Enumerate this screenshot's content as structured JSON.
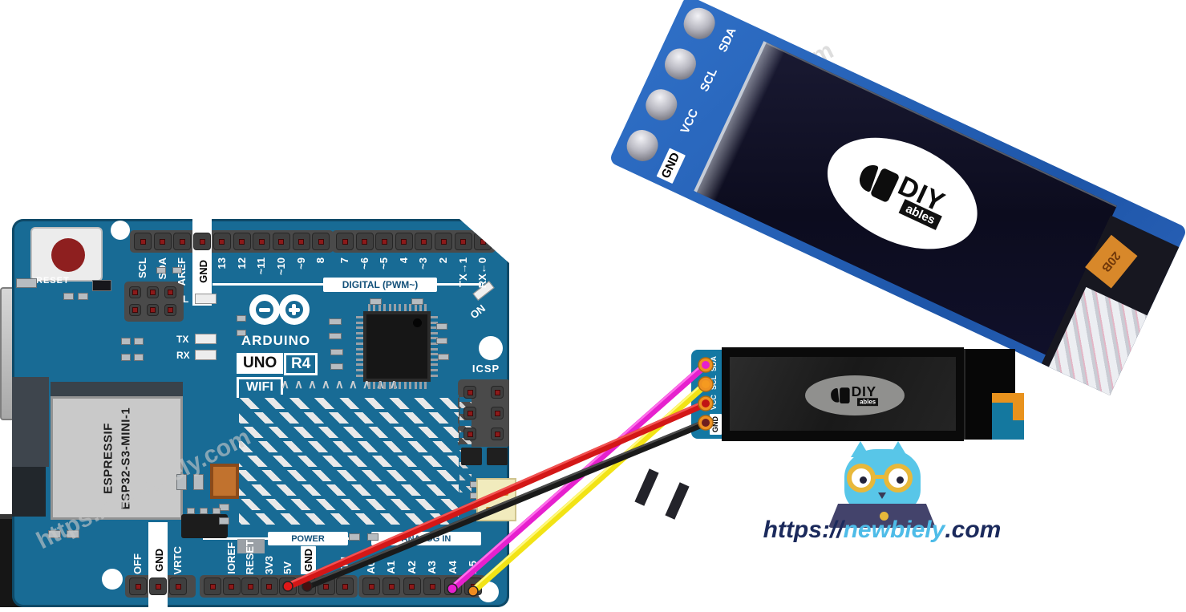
{
  "board": {
    "reset_label": "RESET",
    "brand": "ARDUINO",
    "model_uno": "UNO",
    "model_r4": "R4",
    "model_wifi": "WIFI",
    "digital_section": "DIGITAL (PWM~)",
    "power_section": "POWER",
    "analog_section": "ANALOG IN",
    "icsp_label": "ICSP",
    "on_label": "ON",
    "tx_label": "TX",
    "rx_label": "RX",
    "led_label": "L",
    "module_name": "ESPRESSIF",
    "module_part": "ESP32-S3-MINI-1",
    "top_pins": [
      "SCL",
      "SDA",
      "AREF",
      "GND",
      "13",
      "12",
      "~11",
      "~10",
      "~9",
      "8",
      "7",
      "~6",
      "~5",
      "4",
      "~3",
      "2",
      "TX→1",
      "RX←0"
    ],
    "left_pins": [
      "OFF",
      "GND",
      "VRTC"
    ],
    "power_pins": [
      "IOREF",
      "RESET",
      "3V3",
      "5V",
      "GND",
      "VIN"
    ],
    "analog_pins": [
      "A0",
      "A1",
      "A2",
      "A3",
      "A4",
      "A5"
    ]
  },
  "oled_photo": {
    "pins": [
      "SDA",
      "SCL",
      "VCC",
      "GND"
    ],
    "flex_marking": "20B"
  },
  "oled_back": {
    "pins": [
      "SDA",
      "SCL",
      "VCC",
      "GND"
    ]
  },
  "diyables": {
    "diy": "DIY",
    "ables": "ables"
  },
  "wires": [
    {
      "signal": "SDA",
      "arduino_pin": "A4",
      "display_pin": "SDA",
      "color": "#e620ce"
    },
    {
      "signal": "SCL",
      "arduino_pin": "A5",
      "display_pin": "SCL",
      "color": "#f2e315"
    },
    {
      "signal": "GND",
      "arduino_pin": "GND",
      "display_pin": "GND",
      "color": "#1a1a1a"
    },
    {
      "signal": "VCC",
      "arduino_pin": "5V",
      "display_pin": "VCC",
      "color": "#d31717"
    }
  ],
  "branding": {
    "url_https": "https://",
    "url_name": "newbiely",
    "url_com": ".com",
    "watermark": "https://newbiely.com"
  },
  "colors": {
    "board_blue": "#186b95",
    "oled_pcb_blue": "#2a62b8",
    "pin_strip_teal": "#1478a3",
    "pin_ring_orange": "#e8921d",
    "url_navy": "#1b2a5c",
    "url_blue": "#4ebce8"
  }
}
